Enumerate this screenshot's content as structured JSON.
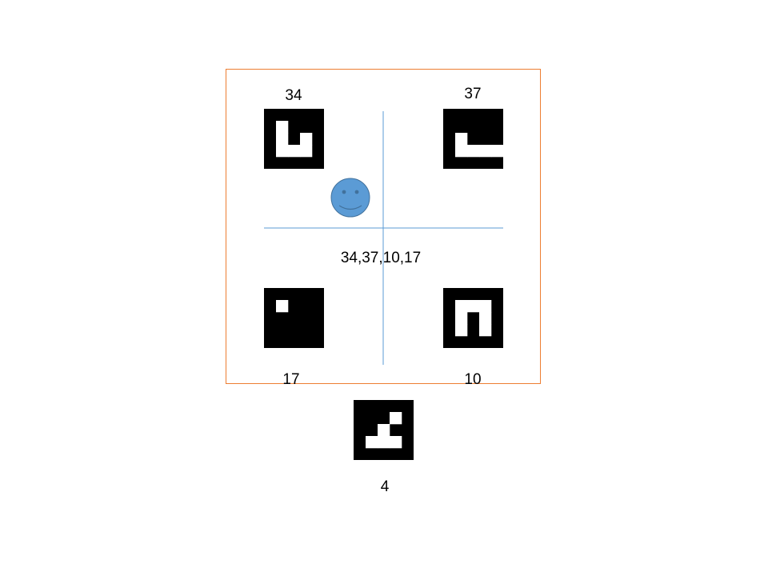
{
  "frame": {
    "border_color": "#ED7D31"
  },
  "axes_color": "#5B9BD5",
  "smiley": {
    "fill": "#5B9BD5",
    "stroke": "#41719C",
    "icon": "smiley-face-icon"
  },
  "center_label": "34,37,10,17",
  "markers": [
    {
      "id": "34",
      "label": "34",
      "grid": [
        "00000",
        "01000",
        "01010",
        "01110",
        "00000"
      ]
    },
    {
      "id": "37",
      "label": "37",
      "grid": [
        "00000",
        "00000",
        "01000",
        "01111",
        "00000"
      ]
    },
    {
      "id": "17",
      "label": "17",
      "grid": [
        "00000",
        "01000",
        "00000",
        "00000",
        "00000"
      ]
    },
    {
      "id": "10",
      "label": "10",
      "grid": [
        "00000",
        "01110",
        "01010",
        "01010",
        "00000"
      ]
    },
    {
      "id": "4",
      "label": "4",
      "grid": [
        "00000",
        "00010",
        "00100",
        "01110",
        "00000"
      ]
    }
  ]
}
